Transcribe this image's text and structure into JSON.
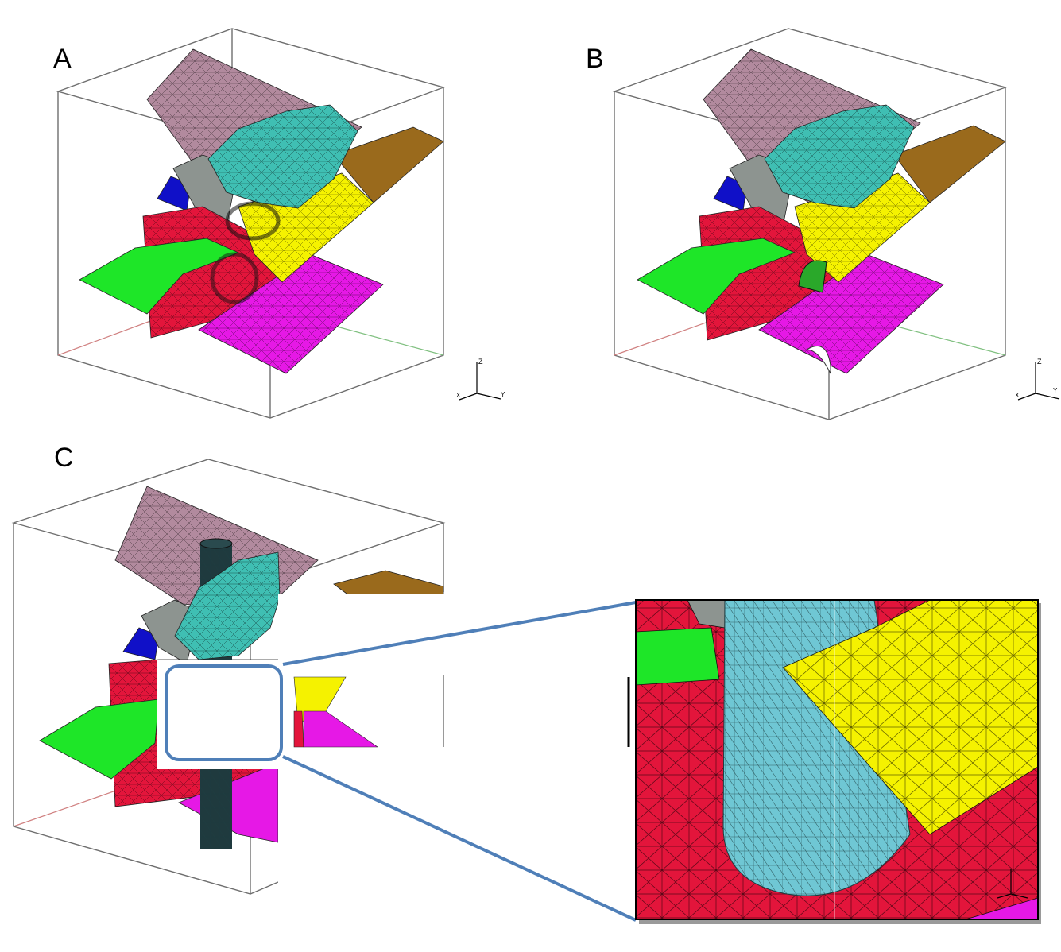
{
  "panels": {
    "a": {
      "label": "A"
    },
    "b": {
      "label": "B"
    },
    "c": {
      "label": "C"
    }
  },
  "axes_triad": {
    "z": "Z",
    "x": "X",
    "y": "Y"
  },
  "colors": {
    "mauve": "#b28a9e",
    "teal": "#3fbfb3",
    "brown": "#9a6a1c",
    "gray": "#8d9490",
    "blue": "#1010c8",
    "red": "#e3153b",
    "yellow": "#f5f200",
    "green": "#1ee628",
    "magenta": "#e618e6",
    "cylinder": "#6fc7d4",
    "callout": "#4f7fb8"
  }
}
